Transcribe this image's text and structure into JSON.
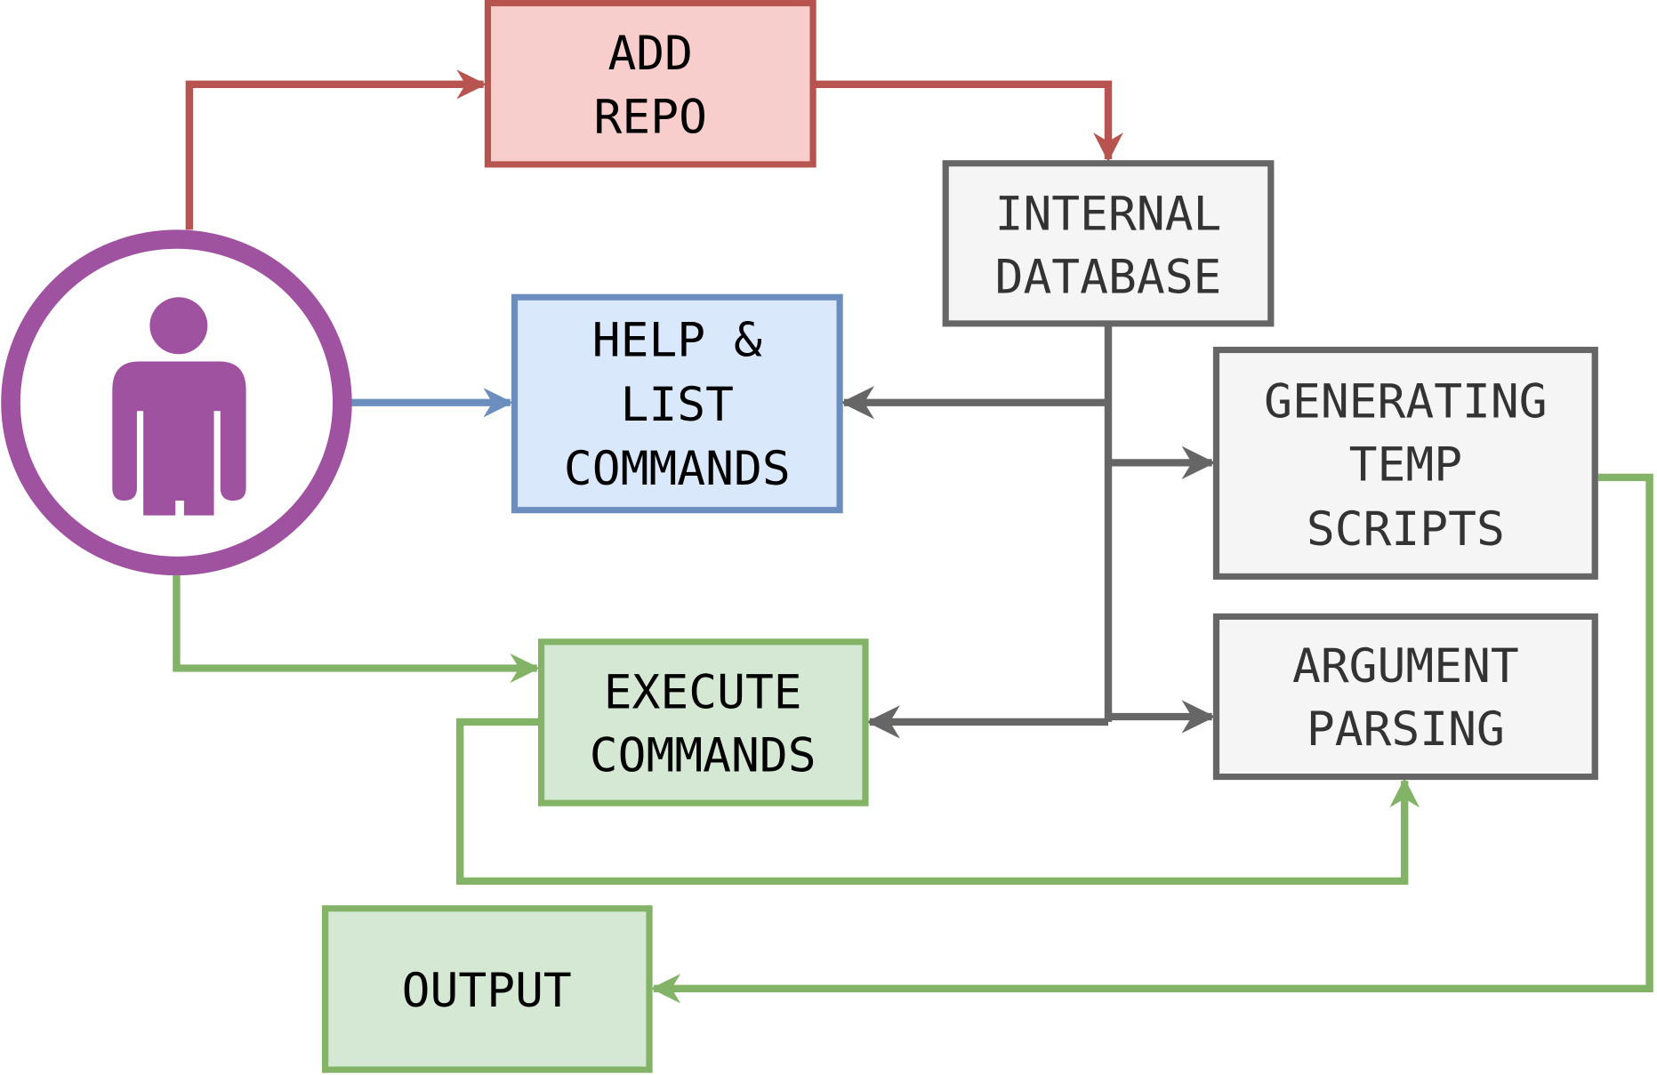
{
  "nodes": {
    "user": {
      "icon": "user-icon"
    },
    "add_repo": {
      "lines": [
        "ADD",
        "REPO"
      ]
    },
    "internal_database": {
      "lines": [
        "INTERNAL",
        "DATABASE"
      ]
    },
    "help_list": {
      "lines": [
        "HELP &",
        "LIST",
        "COMMANDS"
      ]
    },
    "generating_temp": {
      "lines": [
        "GENERATING",
        "TEMP",
        "SCRIPTS"
      ]
    },
    "argument_parsing": {
      "lines": [
        "ARGUMENT",
        "PARSING"
      ]
    },
    "execute_commands": {
      "lines": [
        "EXECUTE",
        "COMMANDS"
      ]
    },
    "output": {
      "lines": [
        "OUTPUT"
      ]
    }
  },
  "colors": {
    "red_fill": "#f8cecc",
    "red_stroke": "#b85450",
    "gray_fill": "#f5f5f5",
    "gray_stroke": "#666666",
    "blue_fill": "#dae8fc",
    "blue_stroke": "#6c8ebf",
    "green_fill": "#d5e8d4",
    "green_stroke": "#82b366",
    "purple": "#9f52a0"
  }
}
